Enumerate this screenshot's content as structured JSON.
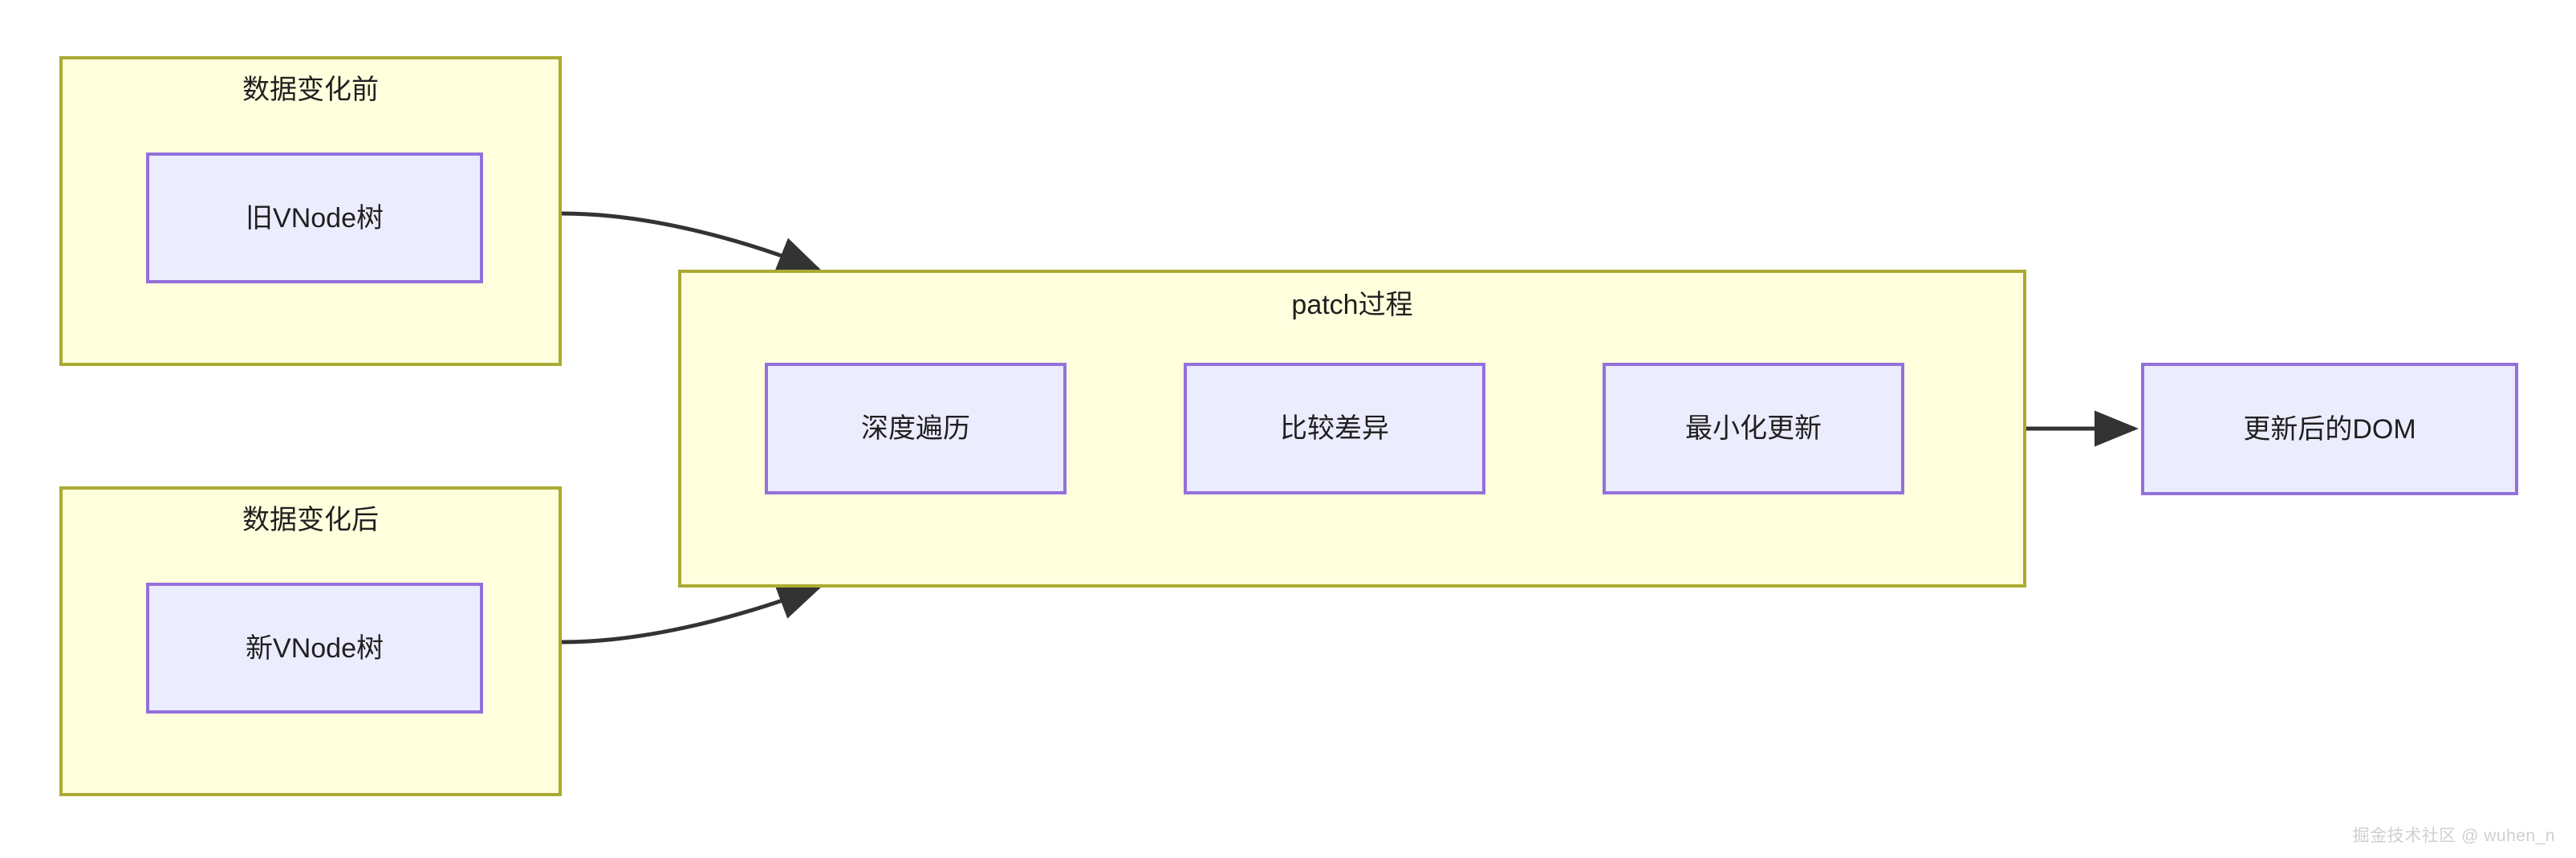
{
  "diagram": {
    "type": "flowchart",
    "background": "#ffffff",
    "palette": {
      "group_fill": "#ffffdd",
      "group_border": "#aaaa33",
      "node_fill": "#ececff",
      "node_border": "#9370db",
      "edge": "#333333",
      "text": "#1f1f1f",
      "watermark": "#cfcfcf"
    },
    "groups": [
      {
        "id": "before",
        "title": "数据变化前",
        "node": "旧VNode树"
      },
      {
        "id": "patch",
        "title": "patch过程",
        "nodes": [
          "深度遍历",
          "比较差异",
          "最小化更新"
        ]
      },
      {
        "id": "after",
        "title": "数据变化后",
        "node": "新VNode树"
      }
    ],
    "terminal_node": "更新后的DOM",
    "edges": [
      {
        "from": "旧VNode树",
        "to": "patch过程",
        "style": "curved",
        "arrow": "end"
      },
      {
        "from": "新VNode树",
        "to": "patch过程",
        "style": "curved",
        "arrow": "end"
      },
      {
        "from": "最小化更新",
        "to": "更新后的DOM",
        "style": "straight",
        "arrow": "end"
      }
    ]
  },
  "watermark": {
    "text": "掘金技术社区 @ wuhen_n"
  }
}
